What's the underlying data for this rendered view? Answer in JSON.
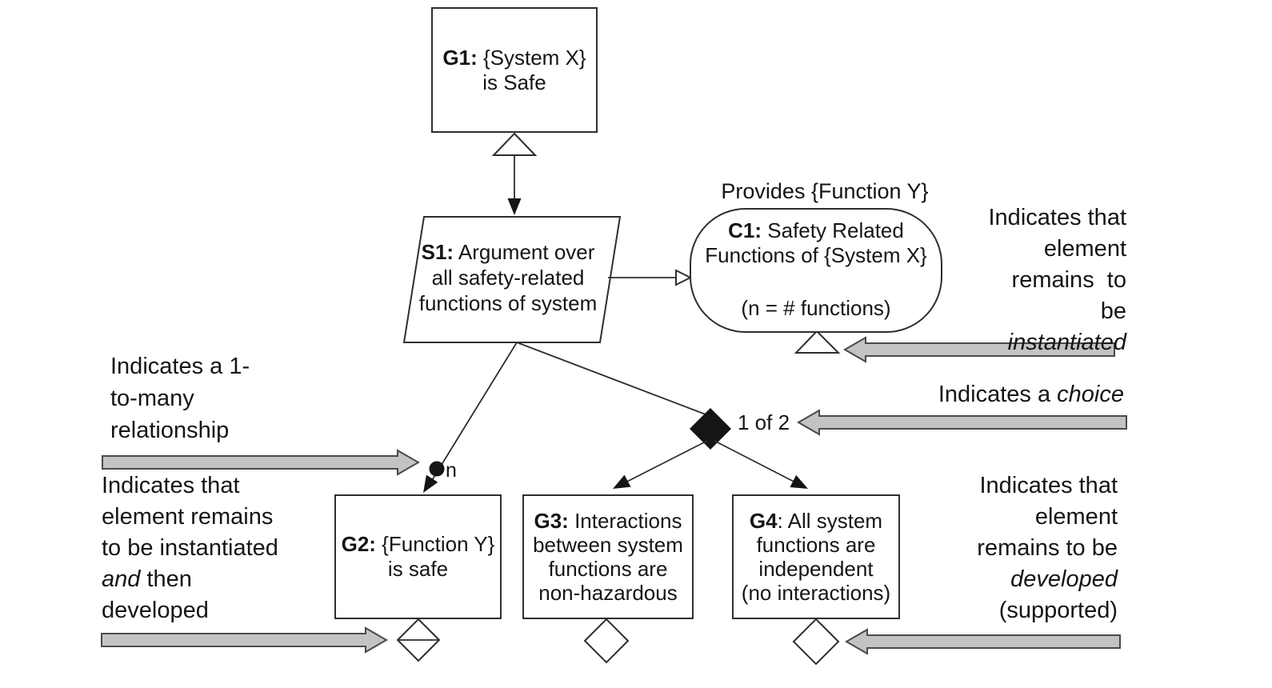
{
  "colors": {
    "background": "#ffffff",
    "line": "#2e2e2e",
    "gray_arrow_fill": "#c3c3c3",
    "gray_arrow_stroke": "#4a4a4a",
    "solid_black": "#151515"
  },
  "nodes": {
    "g1": {
      "id": "G1:",
      "rest": " {System X}",
      "l2": "is Safe"
    },
    "s1": {
      "id": "S1:",
      "rest": " Argument over",
      "l2": "all  safety-related",
      "l3": "functions of system"
    },
    "c1": {
      "above": "Provides {Function Y}",
      "id": "C1:",
      "rest": " Safety Related",
      "l2": "Functions of {System X}",
      "note": "(n = # functions)"
    },
    "g2": {
      "id": "G2:",
      "rest": " {Function Y}",
      "l2": "is safe"
    },
    "g3": {
      "id": "G3:",
      "rest": " Interactions",
      "l2": "between system",
      "l3": "functions are",
      "l4": "non-hazardous"
    },
    "g4": {
      "id": "G4",
      "rest": ": All system",
      "l2": "functions are",
      "l3": "independent",
      "l4": "(no interactions)"
    }
  },
  "labels": {
    "one_of_two": "1 of 2",
    "multiplicity_n": "n"
  },
  "annotations": {
    "instantiated": {
      "l1": "Indicates that",
      "l2": "element",
      "l3": "remains  to",
      "l4": "be",
      "l5_italic": "instantiated"
    },
    "choice": {
      "pre": "Indicates a ",
      "italic": "choice"
    },
    "one_to_many": {
      "l1": "Indicates a 1-",
      "l2": "to-many",
      "l3": "relationship"
    },
    "instantiated_developed": {
      "l1": "Indicates that",
      "l2": "element remains",
      "l3": "to be instantiated",
      "l4_italic": "and",
      "l4_rest": " then",
      "l5": "developed"
    },
    "developed": {
      "l1": "Indicates that",
      "l2": "element",
      "l3": "remains to be",
      "l4_italic": "developed",
      "l5": "(supported)"
    }
  }
}
